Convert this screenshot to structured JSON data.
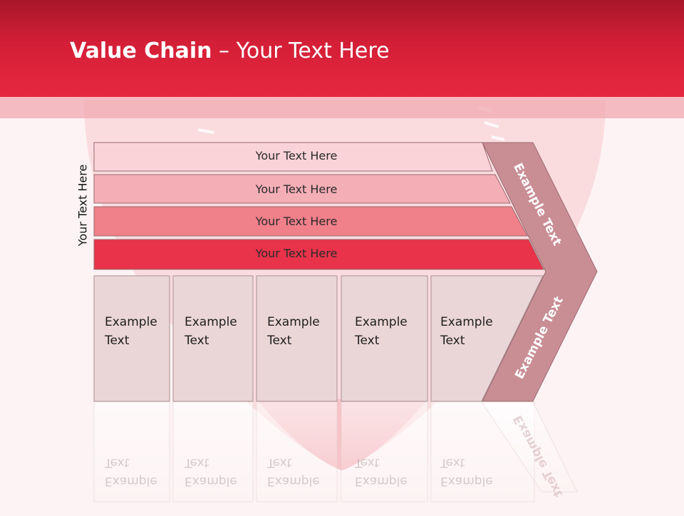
{
  "header": {
    "title_bold": "Value Chain",
    "title_rest": " – Your Text Here"
  },
  "diagram": {
    "side_label": "Your Text Here",
    "bars": [
      {
        "label": "Your Text Here",
        "color": "#fad3d8"
      },
      {
        "label": "Your Text Here",
        "color": "#f4aeb6"
      },
      {
        "label": "Your Text Here",
        "color": "#f08089"
      },
      {
        "label": "Your Text Here",
        "color": "#e8334a"
      }
    ],
    "boxes": [
      {
        "line1": "Example",
        "line2": "Text"
      },
      {
        "line1": "Example",
        "line2": "Text"
      },
      {
        "line1": "Example",
        "line2": "Text"
      },
      {
        "line1": "Example",
        "line2": "Text"
      },
      {
        "line1": "Example",
        "line2": "Text"
      }
    ],
    "arrow": {
      "top_label": "Example Text",
      "bottom_label": "Example Text",
      "color": "#c98e94"
    },
    "box_color": "#ebd6d7"
  }
}
